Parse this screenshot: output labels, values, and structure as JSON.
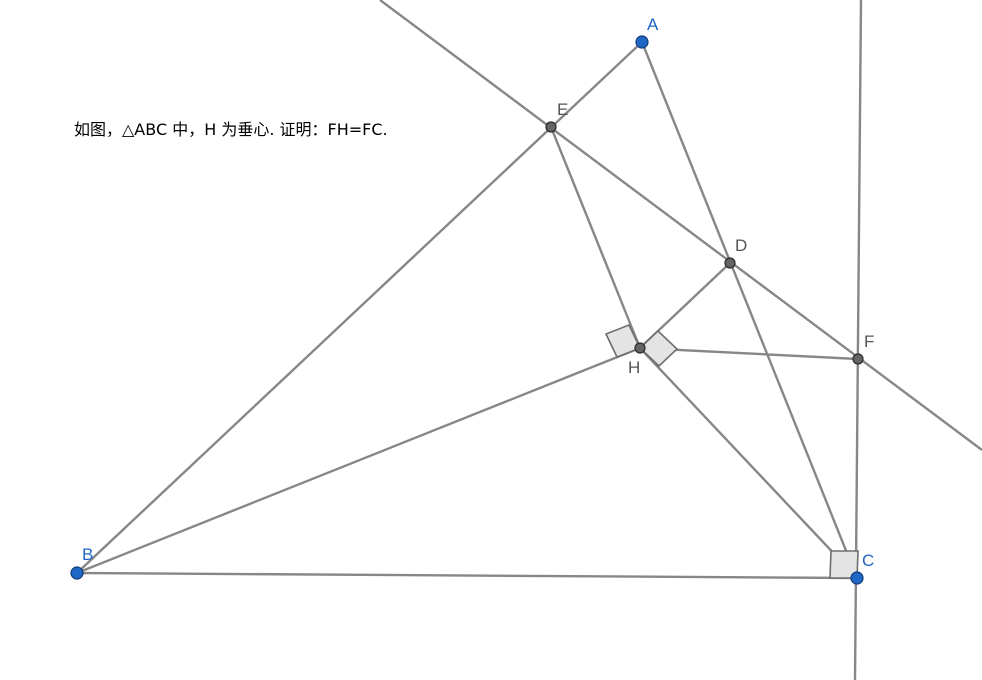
{
  "problem_text": "如图，△ABC 中，H 为垂心. 证明：FH=FC.",
  "points": {
    "A": {
      "label": "A",
      "kind": "free"
    },
    "B": {
      "label": "B",
      "kind": "free"
    },
    "C": {
      "label": "C",
      "kind": "free"
    },
    "D": {
      "label": "D",
      "kind": "dependent"
    },
    "E": {
      "label": "E",
      "kind": "dependent"
    },
    "F": {
      "label": "F",
      "kind": "dependent"
    },
    "H": {
      "label": "H",
      "kind": "dependent"
    }
  },
  "colors": {
    "line": "#878787",
    "free_point": "#1f67c4",
    "dependent_point": "#646464",
    "free_label": "#1f67c4",
    "dependent_label": "#555555",
    "right_angle_fill": "#e4e4e4"
  }
}
